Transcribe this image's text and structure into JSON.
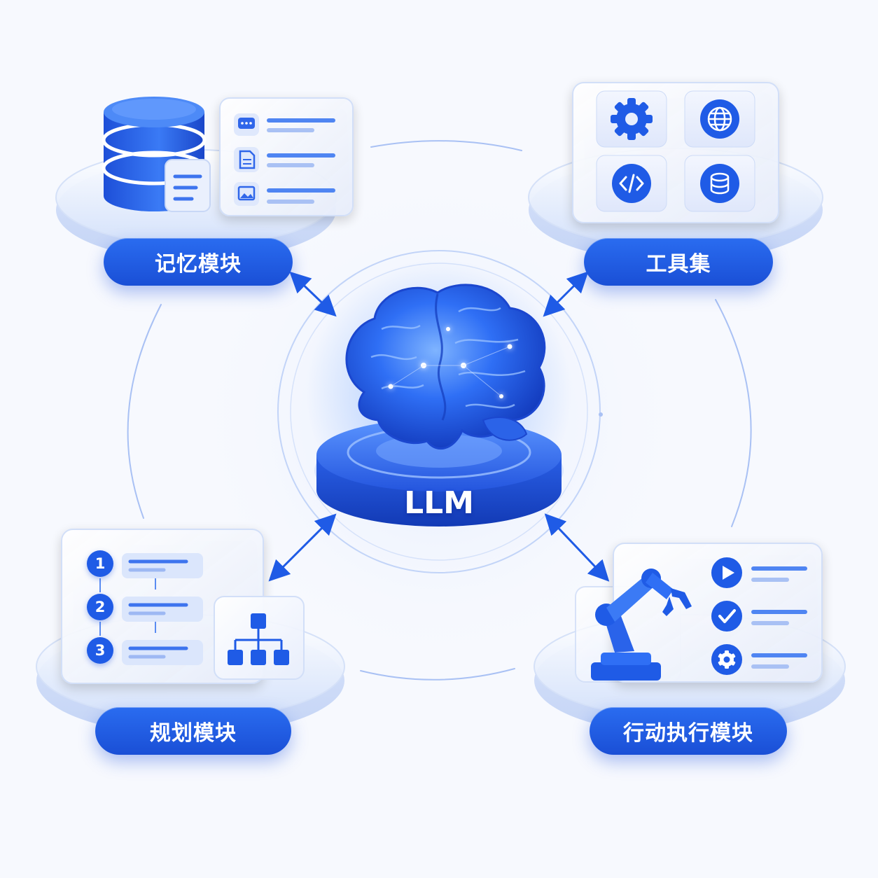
{
  "center": {
    "label": "LLM"
  },
  "modules": {
    "memory": {
      "label": "记忆模块"
    },
    "tools": {
      "label": "工具集"
    },
    "planning": {
      "label": "规划模块",
      "steps": [
        "1",
        "2",
        "3"
      ]
    },
    "action": {
      "label": "行动执行模块"
    }
  },
  "icons": {
    "memory": [
      "database-icon",
      "chat-icon",
      "document-icon",
      "image-icon",
      "note-icon"
    ],
    "tools": [
      "gear-icon",
      "globe-icon",
      "code-icon",
      "database-icon"
    ],
    "planning": [
      "flowchart-icon"
    ],
    "action": [
      "robot-arm-icon",
      "play-icon",
      "check-icon",
      "gear-icon"
    ]
  },
  "colors": {
    "primary": "#1f5be6",
    "primary_light": "#4d86f5",
    "glass": "#eef3fd",
    "bar": "#8fb0f3",
    "background": "#f7f9fe"
  }
}
